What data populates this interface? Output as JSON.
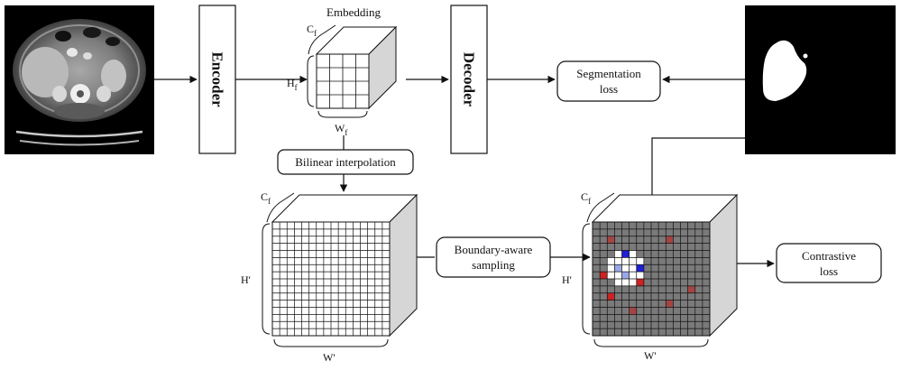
{
  "labels": {
    "encoder": "Encoder",
    "decoder": "Decoder",
    "embedding": "Embedding",
    "segmentation_loss_line1": "Segmentation",
    "segmentation_loss_line2": "loss",
    "bilinear_interpolation": "Bilinear interpolation",
    "boundary_sampling_line1": "Boundary-aware",
    "boundary_sampling_line2": "sampling",
    "contrastive_loss_line1": "Contrastive",
    "contrastive_loss_line2": "loss"
  },
  "dims": {
    "cf": "C",
    "f_sub": "f",
    "hf": "H",
    "wf": "W",
    "h_prime": "H'",
    "w_prime": "W'"
  },
  "colors": {
    "line": "#111111",
    "cube_side": "#d6d6d6",
    "grid_fill": "#7a7a7a",
    "positive_sample": "#1f1fd6",
    "negative_sample": "#cc2222",
    "mask_bg": "#000000",
    "mask_fg": "#ffffff"
  },
  "icons": {
    "ct_scan": "ct-scan-image",
    "mask": "segmentation-mask-image"
  }
}
